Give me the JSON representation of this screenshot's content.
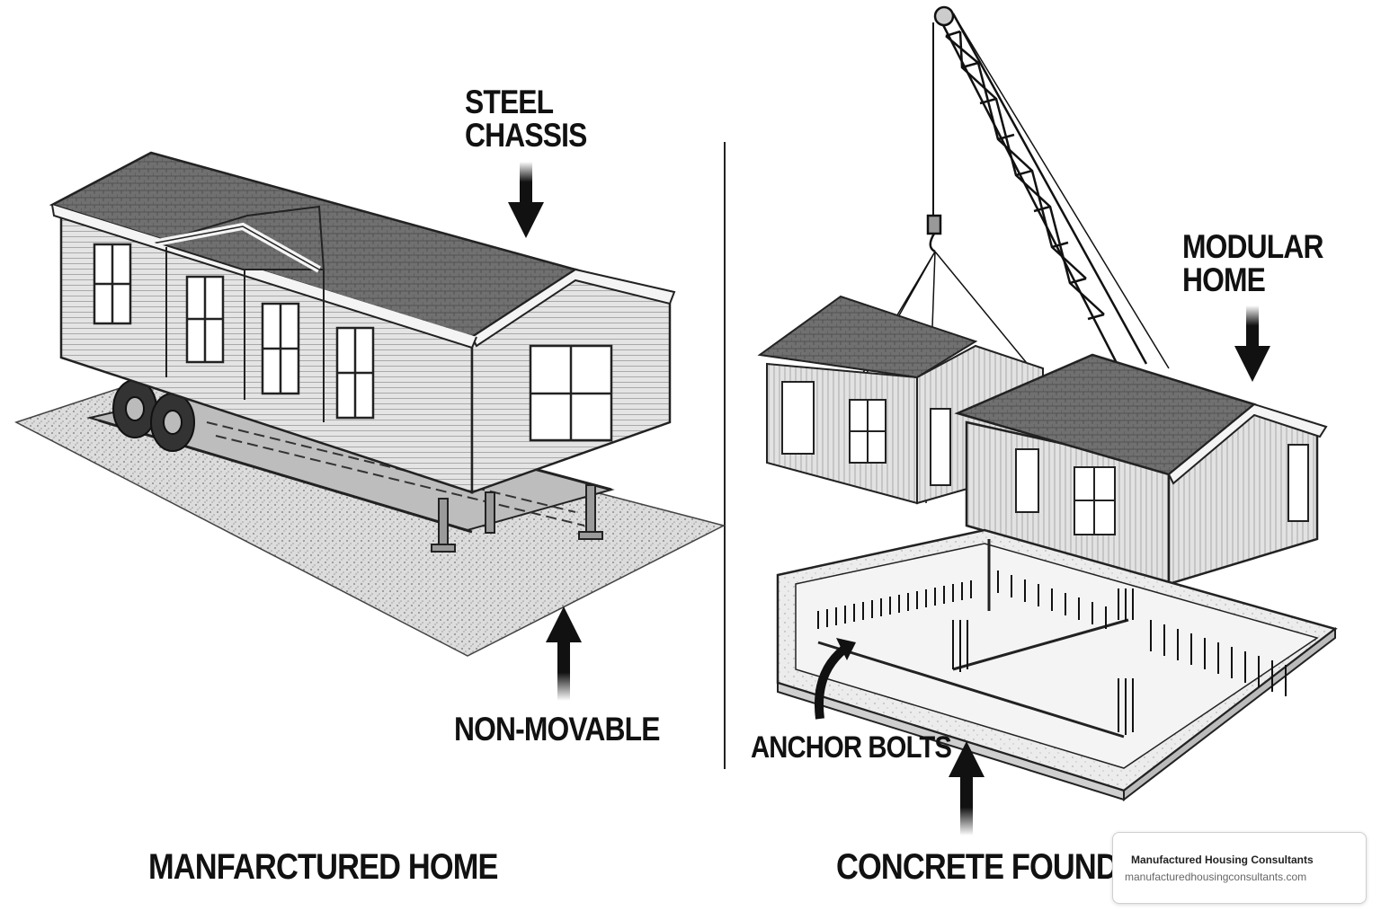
{
  "labels": {
    "steel_chassis": [
      "STEEL",
      "CHASSIS"
    ],
    "non_movable": "NON-MOVABLE",
    "manufactured_home": "MANFARCTURED HOME",
    "modular_home": [
      "MODULAR",
      "HOME"
    ],
    "anchor_bolts": "ANCHOR BOLTS",
    "concrete_foundation": "CONCRETE FOUNDA"
  },
  "watermark": {
    "name": "Manufactured Housing Consultants",
    "url": "manufacturedhousingconsultants.com"
  },
  "colors": {
    "ink": "#111111",
    "roof": "#6e6e6e",
    "wall": "#e6e6e6",
    "gravel": "#d9d9d9",
    "concrete": "#e9e9e9"
  }
}
